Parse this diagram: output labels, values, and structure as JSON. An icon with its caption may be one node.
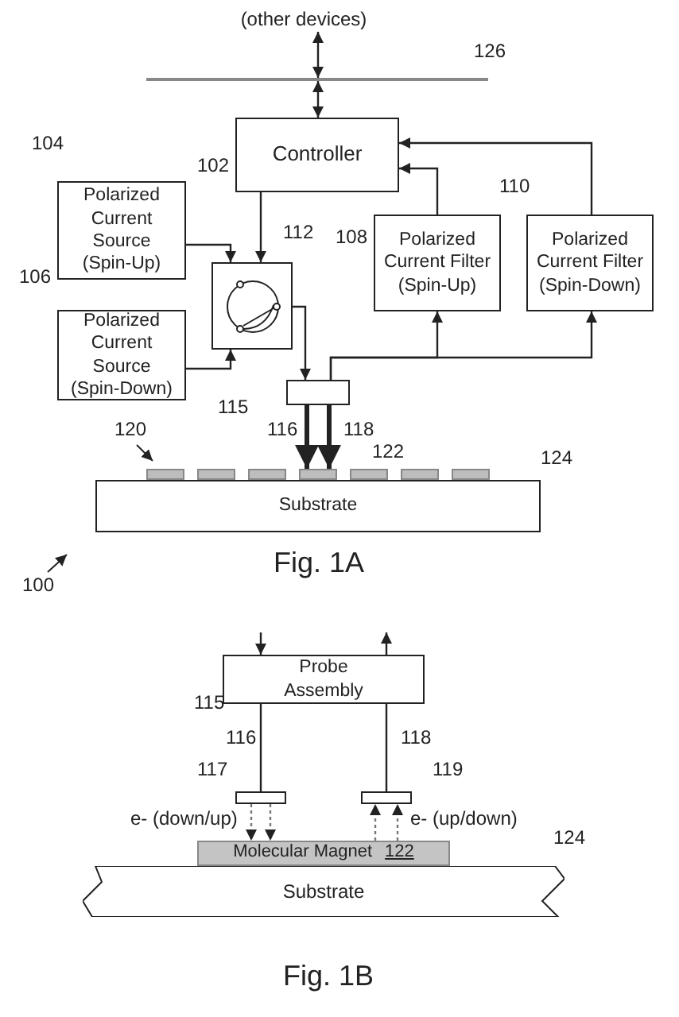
{
  "diagram": {
    "nodes": [
      {
        "text": [
          "(other devices)"
        ]
      },
      {
        "text": [],
        "shape": "bar",
        "beside": [
          "126"
        ]
      },
      {
        "text": [
          "Controller"
        ],
        "beside": [
          "102"
        ]
      },
      {
        "text": [
          "Polarized Current Source (Spin-Up)"
        ],
        "beside": [
          "104"
        ]
      },
      {
        "text": [
          "Polarized Current Source (Spin-Down)"
        ]
      },
      {
        "text": [],
        "shape": "box",
        "beside": [
          "112"
        ]
      },
      {
        "text": [
          "Polarized Current Filter (Spin-Up)"
        ],
        "beside": [
          "108"
        ]
      },
      {
        "text": [
          "Polarized Current Filter (Spin-Down)"
        ],
        "beside": [
          "110"
        ]
      },
      {
        "text": [],
        "shape": "box",
        "beside": [
          "115"
        ]
      },
      {
        "text": [],
        "shape": "bar"
      },
      {
        "text": [],
        "shape": "bar"
      },
      {
        "text": [],
        "shape": "bar"
      },
      {
        "text": [],
        "shape": "bar"
      },
      {
        "text": [],
        "shape": "bar"
      },
      {
        "text": [],
        "shape": "bar"
      },
      {
        "text": [],
        "shape": "bar"
      },
      {
        "text": [
          "Substrate"
        ],
        "beside": [
          "124"
        ]
      },
      {
        "text": [
          "Probe Assembly"
        ],
        "beside": [
          "115"
        ]
      },
      {
        "text": [],
        "shape": "box",
        "beside": [
          "117"
        ]
      },
      {
        "text": [],
        "shape": "box",
        "beside": [
          "119"
        ]
      },
      {
        "text": [
          "Molecular Magnet",
          "122"
        ]
      },
      {
        "text": [
          "Substrate"
        ],
        "beside": [
          "124"
        ]
      }
    ],
    "edges": [
      {
        "from": 0,
        "to": 1,
        "arrow": "both"
      },
      {
        "from": 1,
        "to": 2,
        "arrow": "both"
      },
      {
        "from": 2,
        "to": 5,
        "arrow": "to"
      },
      {
        "from": 3,
        "to": 5,
        "arrow": "to"
      },
      {
        "from": 4,
        "to": 5,
        "arrow": "to"
      },
      {
        "from": 5,
        "to": 8,
        "arrow": "to"
      },
      {
        "from": 8,
        "to": 6,
        "arrow": "to"
      },
      {
        "from": 8,
        "to": 7,
        "arrow": "to"
      },
      {
        "from": 6,
        "to": 2,
        "arrow": "to"
      },
      {
        "from": 7,
        "to": 2,
        "arrow": "to"
      },
      {
        "from": 8,
        "to": 12,
        "arrow": "to",
        "style": "thick"
      },
      {
        "from": 8,
        "to": 12,
        "arrow": "to",
        "style": "thick"
      },
      {
        "from": null,
        "to": 17,
        "arrow": "to"
      },
      {
        "from": 17,
        "to": null,
        "arrow": "to"
      },
      {
        "from": 17,
        "to": 18,
        "arrow": "none"
      },
      {
        "from": 17,
        "to": 19,
        "arrow": "none"
      },
      {
        "from": 18,
        "to": 20,
        "arrow": "to",
        "style": "dashed"
      },
      {
        "from": 18,
        "to": 20,
        "arrow": "to",
        "style": "dashed"
      },
      {
        "from": 20,
        "to": 19,
        "arrow": "to",
        "style": "dashed"
      },
      {
        "from": 20,
        "to": 19,
        "arrow": "to",
        "style": "dashed"
      }
    ],
    "labels": [
      "106",
      "120",
      "116",
      "118",
      "122",
      "Fig. 1A",
      "100",
      "116",
      "118",
      "e- (down/up)",
      "e- (up/down)",
      "Fig. 1B"
    ]
  }
}
